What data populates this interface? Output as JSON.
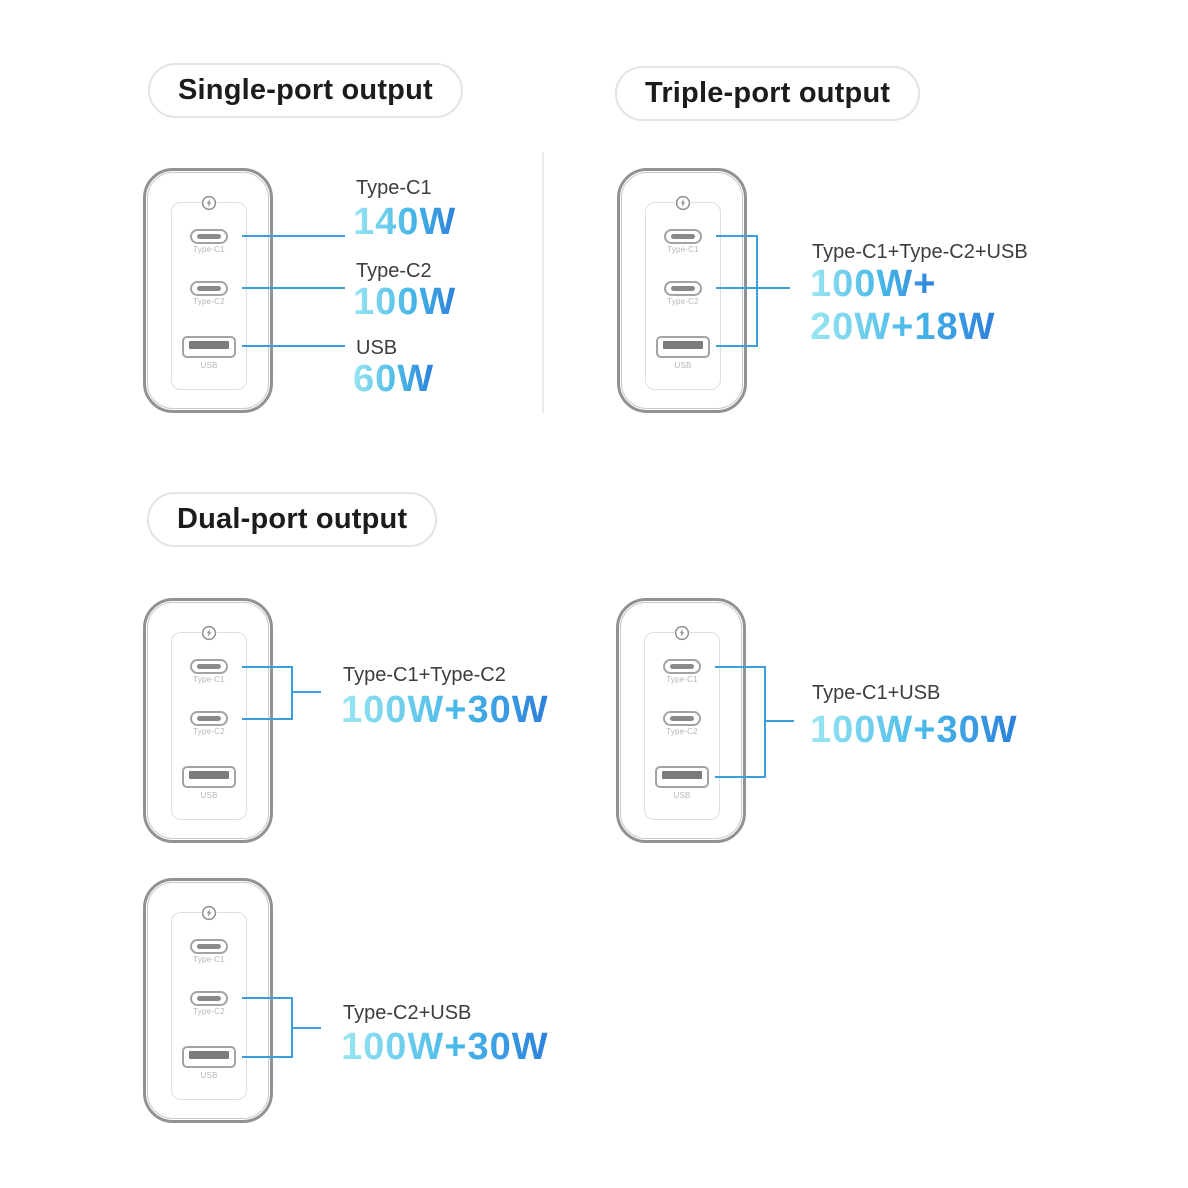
{
  "titles": {
    "single": "Single-port output",
    "triple": "Triple-port output",
    "dual": "Dual-port output"
  },
  "device": {
    "port_c1": "Type-C1",
    "port_c2": "Type-C2",
    "port_usb": "USB",
    "logo_icon": "fast-charge-circle-icon"
  },
  "single": {
    "rows": [
      {
        "label": "Type-C1",
        "value": "140W"
      },
      {
        "label": "Type-C2",
        "value": "100W"
      },
      {
        "label": "USB",
        "value": "60W"
      }
    ]
  },
  "triple": {
    "label": "Type-C1+Type-C2+USB",
    "value_line1": "100W+",
    "value_line2": "20W+18W"
  },
  "dual": {
    "combos": [
      {
        "label": "Type-C1+Type-C2",
        "value": "100W+30W"
      },
      {
        "label": "Type-C1+USB",
        "value": "100W+30W"
      },
      {
        "label": "Type-C2+USB",
        "value": "100W+30W"
      }
    ]
  },
  "colors": {
    "connector_blue": "#3b9fdd",
    "value_gradient_start": "#9ae6f2",
    "value_gradient_end": "#2c80dc",
    "label_dark": "#3d3d3d"
  }
}
